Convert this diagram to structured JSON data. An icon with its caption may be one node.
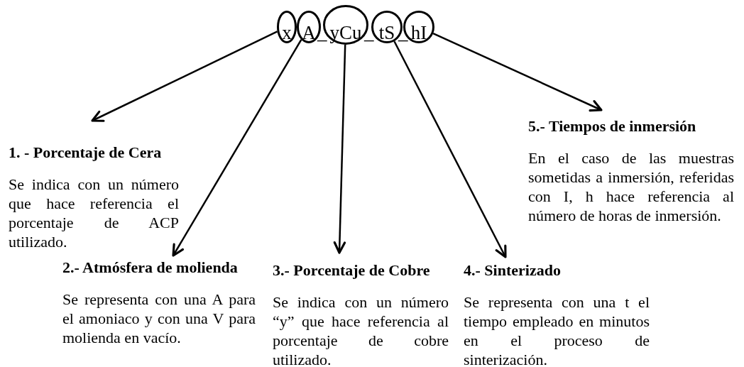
{
  "diagram": {
    "nodes": [
      {
        "text": [
          "x"
        ]
      },
      {
        "text": [
          "A"
        ]
      },
      {
        "text": [
          "yCu"
        ]
      },
      {
        "text": [
          "tS"
        ]
      },
      {
        "text": [
          "hI"
        ]
      },
      {
        "text": [
          "1. - Porcentaje de Cera",
          "Se indica con un número que hace referencia el porcentaje de ACP utilizado."
        ]
      },
      {
        "text": [
          "2.- Atmósfera de molienda",
          "Se representa con una A para el amoniaco y con una V para molienda en vacío."
        ]
      },
      {
        "text": [
          "3.- Porcentaje de Cobre",
          "Se indica con un número “y” que hace referencia al porcentaje de cobre utilizado."
        ]
      },
      {
        "text": [
          "4.- Sinterizado",
          "Se representa con una t el tiempo empleado en minutos en el proceso de sinterización."
        ]
      },
      {
        "text": [
          "5.- Tiempos de inmersión",
          "En el caso de las muestras sometidas a inmersión, referidas con I, h hace referencia al número de horas de inmersión."
        ]
      }
    ],
    "edges": [
      {
        "from": 0,
        "to": 5,
        "arrow": "to"
      },
      {
        "from": 1,
        "to": 6,
        "arrow": "to"
      },
      {
        "from": 2,
        "to": 7,
        "arrow": "to"
      },
      {
        "from": 3,
        "to": 8,
        "arrow": "to"
      },
      {
        "from": 4,
        "to": 9,
        "arrow": "to"
      }
    ],
    "labels": [
      "_",
      "_",
      "_"
    ]
  }
}
